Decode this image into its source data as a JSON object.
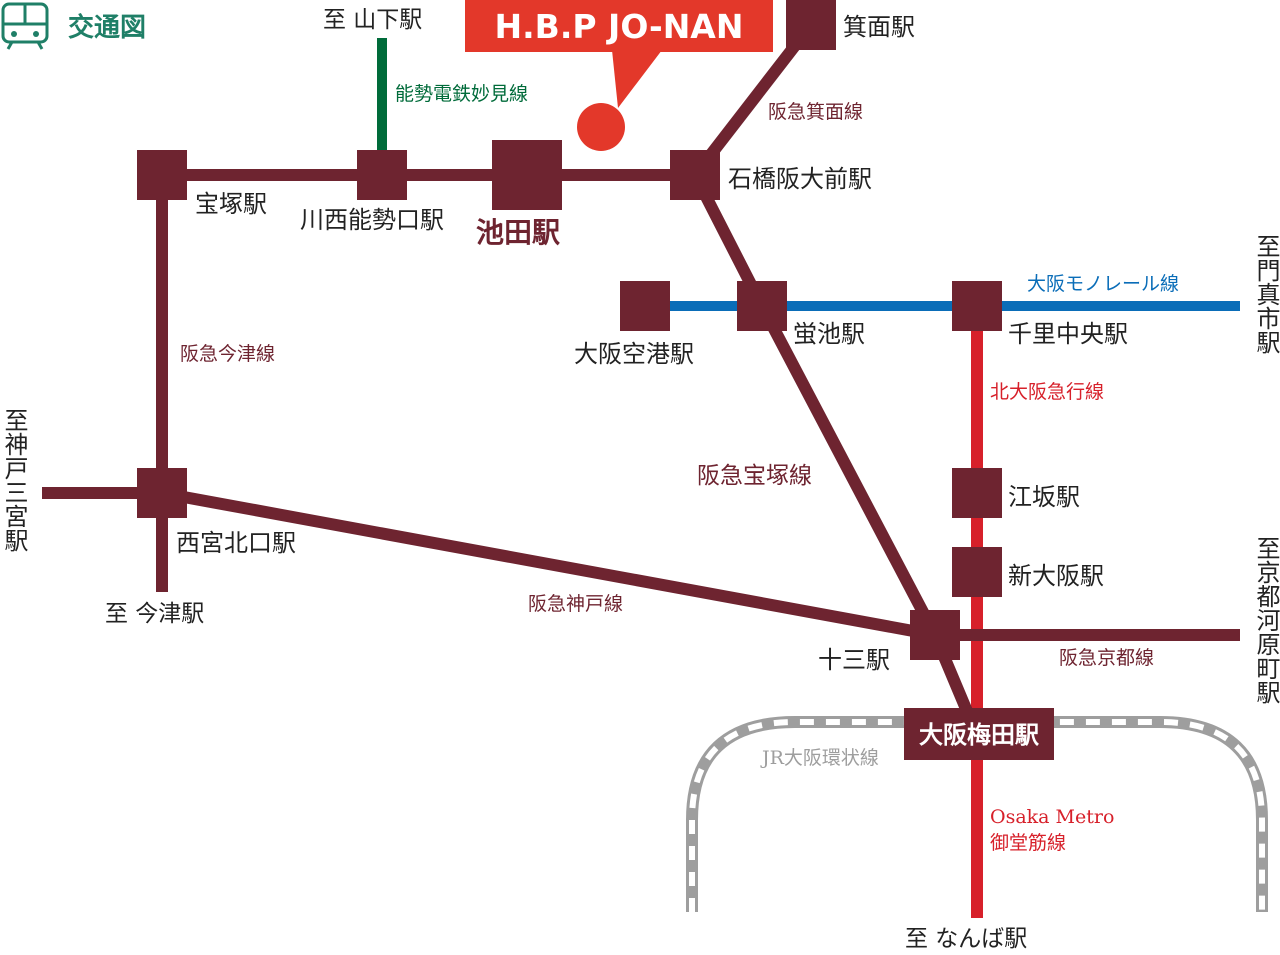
{
  "header": {
    "title": "交通図",
    "icon": "train-icon"
  },
  "callout": {
    "label": "H.B.P JO-NAN"
  },
  "colors": {
    "hankyu": "#6e2430",
    "nose": "#006b3a",
    "monorail": "#0a6db8",
    "kitakyu": "#d7202a",
    "jr": "#9e9e9e",
    "callout": "#e3382a",
    "header": "#1f7f67"
  },
  "destinations": {
    "yamashita": "至 山下駅",
    "kadoma": "至門真市駅",
    "kobe": "至神戸三宮駅",
    "kawaramachi": "至京都河原町駅",
    "imazu": "至 今津駅",
    "namba": "至 なんば駅"
  },
  "stations": {
    "takarazuka": "宝塚駅",
    "kawanishi": "川西能勢口駅",
    "ikeda": "池田駅",
    "ishibashi": "石橋阪大前駅",
    "minoh": "箕面駅",
    "itami_airport": "大阪空港駅",
    "hotarugaike": "蛍池駅",
    "senri": "千里中央駅",
    "esaka": "江坂駅",
    "shinosaka": "新大阪駅",
    "nishinomiya": "西宮北口駅",
    "juso": "十三駅",
    "umeda": "大阪梅田駅"
  },
  "lines": {
    "nose": "能勢電鉄妙見線",
    "minoh": "阪急箕面線",
    "monorail": "大阪モノレール線",
    "imazu": "阪急今津線",
    "kitakyu": "北大阪急行線",
    "takarazuka": "阪急宝塚線",
    "kobe": "阪急神戸線",
    "kyoto": "阪急京都線",
    "jr": "JR大阪環状線",
    "metro_en": "Osaka Metro",
    "metro_jp": "御堂筋線"
  }
}
